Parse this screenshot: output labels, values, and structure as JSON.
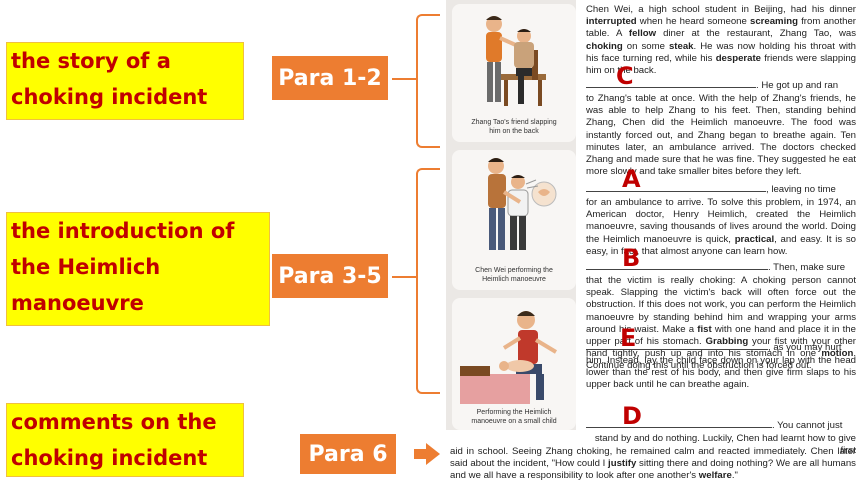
{
  "summaries": [
    {
      "lines": [
        "the story of a",
        "choking incident"
      ]
    },
    {
      "lines": [
        "the introduction of",
        "the Heimlich",
        "manoeuvre"
      ]
    },
    {
      "lines": [
        "comments on the",
        "choking incident"
      ]
    }
  ],
  "para_labels": [
    "Para 1-2",
    "Para 3-5",
    "Para 6"
  ],
  "captions": [
    [
      "Zhang Tao's friend slapping",
      "him on the back"
    ],
    [
      "Chen Wei performing the",
      "Heimlich manoeuvre"
    ],
    [
      "Performing the Heimlich",
      "manoeuvre on a small child"
    ]
  ],
  "letters": [
    "C",
    "A",
    "B",
    "E",
    "D"
  ],
  "paragraphs": {
    "p1": [
      {
        "t": "Chen Wei, a high school student in Beijing, had his dinner "
      },
      {
        "t": "interrupted",
        "b": true
      },
      {
        "t": " when he heard someone "
      },
      {
        "t": "screaming",
        "b": true
      },
      {
        "t": " from another table. A "
      },
      {
        "t": "fellow",
        "b": true
      },
      {
        "t": " diner at the restaurant, Zhang Tao, was "
      },
      {
        "t": "choking",
        "b": true
      },
      {
        "t": " on some "
      },
      {
        "t": "steak",
        "b": true
      },
      {
        "t": ". He was now holding his throat with his face turning red, while his "
      },
      {
        "t": "desperate",
        "b": true
      },
      {
        "t": " friends were slapping him on the back."
      }
    ],
    "p2_tail": ". He got up and ran",
    "p2": "to Zhang's table at once. With the help of Zhang's friends, he was able to help Zhang to his feet. Then, standing behind Zhang, Chen did the Heimlich manoeuvre. The food was instantly forced out, and Zhang began to breathe again. Ten minutes later, an ambulance arrived. The doctors checked Zhang and made sure that he was fine. They suggested he eat more slowly and take smaller bites before they left.",
    "p3_tail": ", leaving no time",
    "p3": [
      {
        "t": "for an ambulance to arrive. To solve this problem, in 1974, an American doctor, Henry Heimlich, created the Heimlich manoeuvre, saving thousands of lives around the world. Doing the Heimlich manoeuvre is quick, "
      },
      {
        "t": "practical",
        "b": true
      },
      {
        "t": ", and easy. It is so easy, in fact, that almost anyone can learn how."
      }
    ],
    "p4_tail": ". Then, make sure",
    "p4": [
      {
        "t": "that the victim is really choking: A choking person cannot speak. Slapping the victim's back will often force out the obstruction. If this does not work, you can perform the Heimlich manoeuvre by standing behind him and wrapping your arms around his waist. Make a "
      },
      {
        "t": "fist",
        "b": true
      },
      {
        "t": " with one hand and place it in the upper part of his stomach. "
      },
      {
        "t": "Grabbing",
        "b": true
      },
      {
        "t": " your fist with your other hand tightly, push up and into his stomach in one "
      },
      {
        "t": "motion",
        "b": true
      },
      {
        "t": ". Continue doing this until the obstruction is forced out."
      }
    ],
    "p5_tail": ", as you may hurt",
    "p5": "him. Instead, lay the child face down on your lap with the head lower than the rest of his body, and then give firm slaps to his upper back until he can breathe again.",
    "p6_tail": ". You cannot just",
    "p6_line2": "stand by and do nothing. Luckily, Chen had learnt how to give first",
    "p6": [
      {
        "t": "aid in school. Seeing Zhang choking, he remained calm and reacted immediately. Chen later said about the incident, \"How could I "
      },
      {
        "t": "justify",
        "b": true
      },
      {
        "t": " sitting there and doing nothing? We are all humans and we all have a responsibility to look after one another's "
      },
      {
        "t": "welfare",
        "b": true
      },
      {
        "t": ".\""
      }
    ]
  },
  "colors": {
    "accent": "#ed7d31",
    "highlight": "#ffff00",
    "summary_text": "#c00000",
    "answer_letter": "#c00000"
  }
}
